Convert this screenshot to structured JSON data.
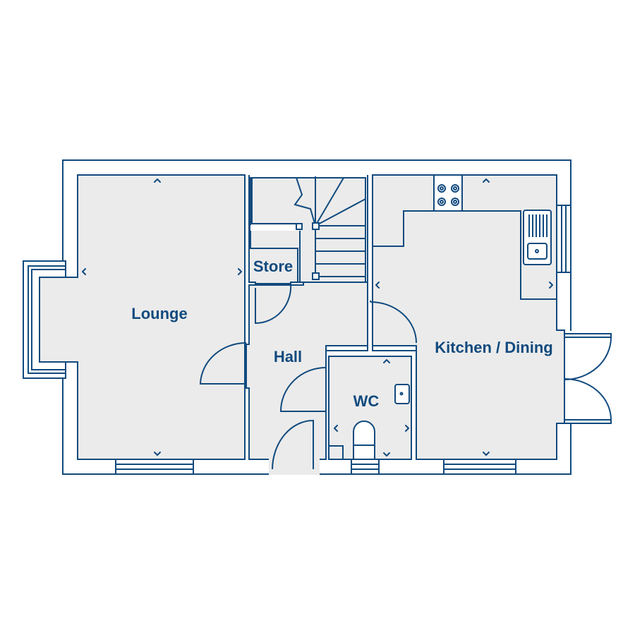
{
  "plan": {
    "rooms": [
      {
        "id": "lounge",
        "label": "Lounge"
      },
      {
        "id": "store",
        "label": "Store"
      },
      {
        "id": "hall",
        "label": "Hall"
      },
      {
        "id": "wc",
        "label": "WC"
      },
      {
        "id": "kitchen",
        "label": "Kitchen / Dining"
      }
    ],
    "colors": {
      "line": "#114a7e",
      "room_fill": "#ebebeb",
      "wall_fill": "#ffffff"
    }
  }
}
